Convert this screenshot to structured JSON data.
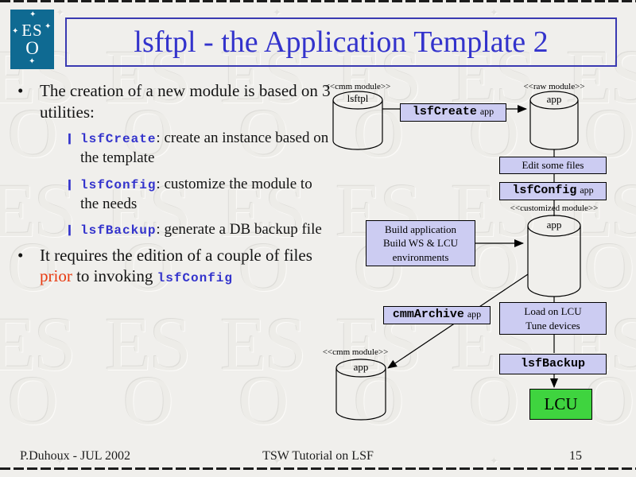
{
  "slide": {
    "title": "lsftpl - the Application Template 2",
    "footer": {
      "author": "P.Duhoux - JUL 2002",
      "center": "TSW Tutorial on LSF",
      "page_number": "15"
    }
  },
  "logo": {
    "line1": "ES",
    "line2": "O",
    "star": "✦"
  },
  "watermark": {
    "es": "ES",
    "o": "O",
    "sparkle": "✦"
  },
  "bullets": {
    "main_marker": "•",
    "sub_marker": "❙",
    "b1": "The creation of a new module is based on 3 utilities:",
    "sub": [
      {
        "code": "lsfCreate",
        "desc": ": create an instance based on the template"
      },
      {
        "code": "lsfConfig",
        "desc": ": customize the module to the needs"
      },
      {
        "code": "lsfBackup",
        "desc": ": generate a DB backup file"
      }
    ],
    "b2_pre": "It requires the edition of a couple of files ",
    "b2_highlight": "prior",
    "b2_mid": " to invoking ",
    "b2_code": "lsfConfig"
  },
  "diagram": {
    "cyl_tpl": {
      "stereotype": "<<cmm module>>",
      "name": "lsftpl"
    },
    "cyl_raw": {
      "stereotype": "<<raw module>>",
      "name": "app"
    },
    "cyl_custom": {
      "stereotype": "<<customized module>>",
      "name": "app"
    },
    "cyl_cmm": {
      "stereotype": "<<cmm module>>",
      "name": "app"
    },
    "box_create": {
      "code": "lsfCreate",
      "suffix": "app"
    },
    "box_edit": "Edit some files",
    "box_config": {
      "code": "lsfConfig",
      "suffix": "app"
    },
    "box_build": [
      "Build application",
      "Build WS & LCU",
      "environments"
    ],
    "box_archive": {
      "code": "cmmArchive",
      "suffix": "app"
    },
    "box_load": [
      "Load on LCU",
      "Tune devices"
    ],
    "box_backup": "lsfBackup",
    "box_lcu": "LCU"
  },
  "colors": {
    "accent_blue": "#3333cc",
    "title_border": "#3a3ab2",
    "highlight_red": "#e8390f",
    "diagram_box_fill": "#ccccf2",
    "lcu_green": "#3fd43f",
    "logo_teal": "#0f6a92",
    "background": "#f0efec"
  }
}
